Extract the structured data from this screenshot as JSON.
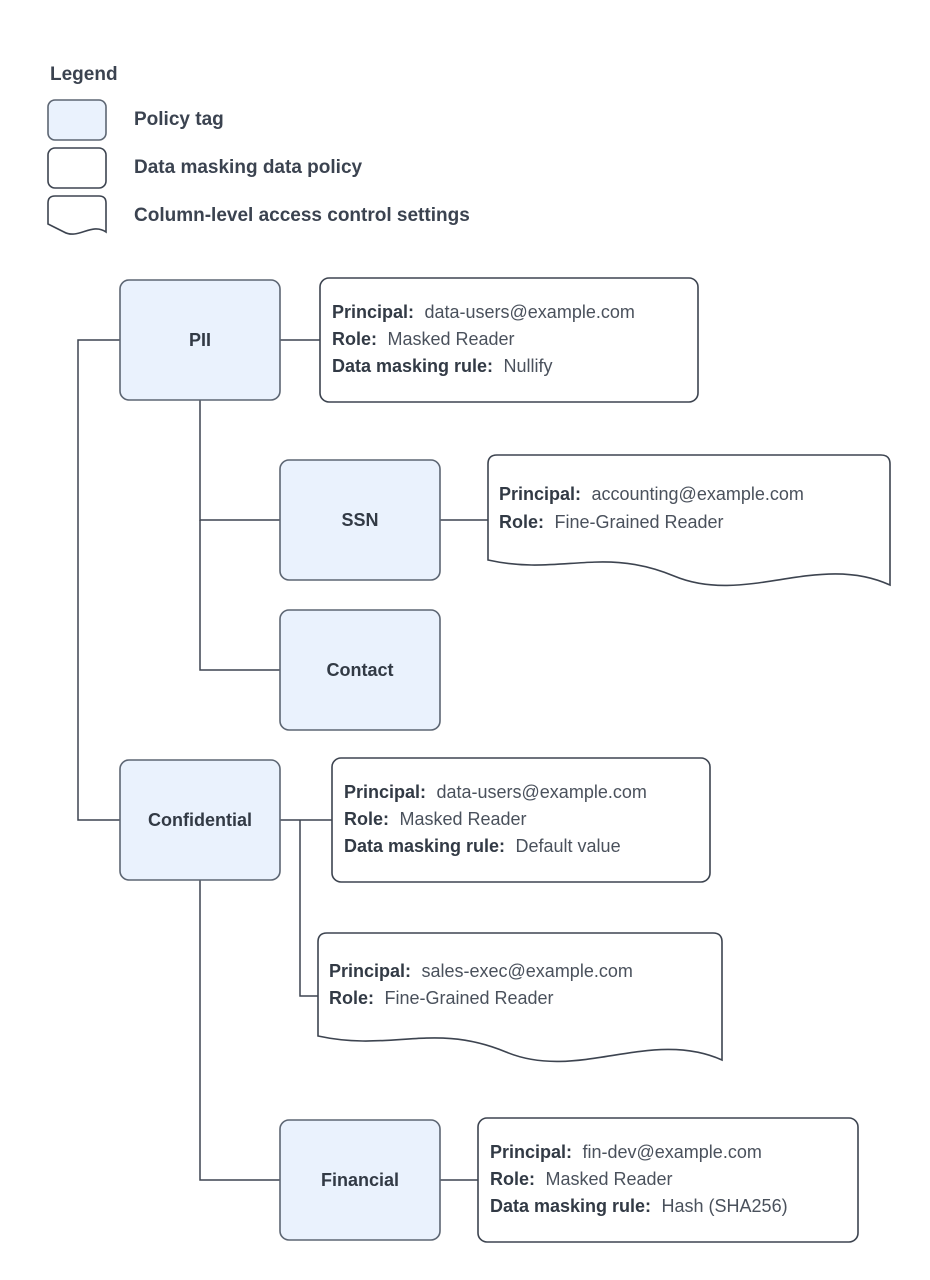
{
  "legend": {
    "title": "Legend",
    "items": [
      {
        "shape": "policy-tag",
        "label": "Policy tag"
      },
      {
        "shape": "data-masking-policy",
        "label": "Data masking data policy"
      },
      {
        "shape": "column-level-access",
        "label": "Column-level access control settings"
      }
    ]
  },
  "nodes": {
    "pii": {
      "label": "PII"
    },
    "ssn": {
      "label": "SSN"
    },
    "contact": {
      "label": "Contact"
    },
    "confidential": {
      "label": "Confidential"
    },
    "financial": {
      "label": "Financial"
    }
  },
  "labels": {
    "principal": "Principal:",
    "role": "Role:",
    "masking_rule": "Data masking rule:"
  },
  "policies": {
    "pii_masking": {
      "principal": "data-users@example.com",
      "role": "Masked Reader",
      "masking_rule": "Nullify"
    },
    "ssn_access": {
      "principal": "accounting@example.com",
      "role": "Fine-Grained Reader"
    },
    "confidential_masking": {
      "principal": "data-users@example.com",
      "role": "Masked Reader",
      "masking_rule": "Default value"
    },
    "confidential_access": {
      "principal": "sales-exec@example.com",
      "role": "Fine-Grained Reader"
    },
    "financial_masking": {
      "principal": "fin-dev@example.com",
      "role": "Masked Reader",
      "masking_rule": "Hash (SHA256)"
    }
  },
  "colors": {
    "tag_fill": "#eaf2fd",
    "tag_stroke": "#5d6673",
    "box_stroke": "#3d4450",
    "text_dark": "#323a45",
    "text_value": "#4a515c",
    "background": "#ffffff"
  }
}
